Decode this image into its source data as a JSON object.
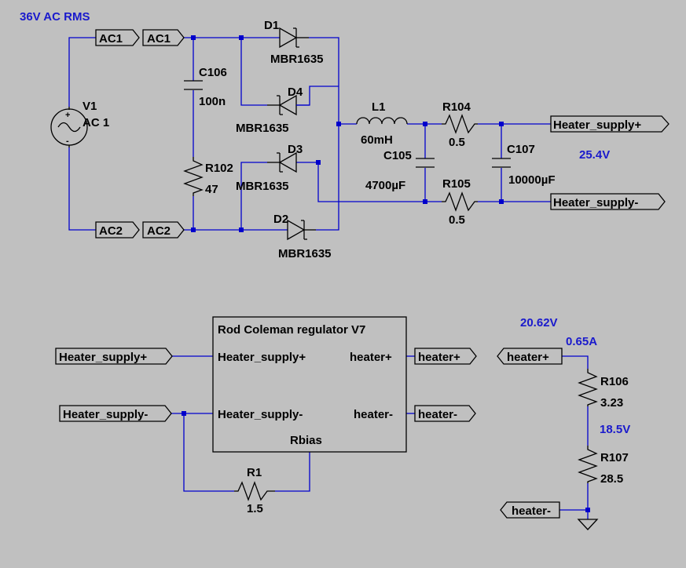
{
  "labels": {
    "note_ac_rms": "36V AC RMS",
    "note_supply_v": "25.4V",
    "note_heater_v": "20.62V",
    "note_current": "0.65A",
    "note_mid_v": "18.5V",
    "net_ac1": "AC1",
    "net_ac2": "AC2",
    "net_hs_plus": "Heater_supply+",
    "net_hs_minus": "Heater_supply-",
    "net_heater_plus": "heater+",
    "net_heater_minus": "heater-"
  },
  "components": {
    "v1": {
      "name": "V1",
      "value": "AC 1"
    },
    "d1": {
      "name": "D1",
      "value": "MBR1635"
    },
    "d2": {
      "name": "D2",
      "value": "MBR1635"
    },
    "d3": {
      "name": "D3",
      "value": "MBR1635"
    },
    "d4": {
      "name": "D4",
      "value": "MBR1635"
    },
    "c106": {
      "name": "C106",
      "value": "100n"
    },
    "r102": {
      "name": "R102",
      "value": "47"
    },
    "l1": {
      "name": "L1",
      "value": "60mH"
    },
    "c105": {
      "name": "C105",
      "value": "4700µF"
    },
    "r104": {
      "name": "R104",
      "value": "0.5"
    },
    "r105": {
      "name": "R105",
      "value": "0.5"
    },
    "c107": {
      "name": "C107",
      "value": "10000µF"
    },
    "r1": {
      "name": "R1",
      "value": "1.5"
    },
    "r106": {
      "name": "R106",
      "value": "3.23"
    },
    "r107": {
      "name": "R107",
      "value": "28.5"
    }
  },
  "regulator": {
    "title": "Rod Coleman regulator V7",
    "pin_in_plus": "Heater_supply+",
    "pin_in_minus": "Heater_supply-",
    "pin_out_plus": "heater+",
    "pin_out_minus": "heater-",
    "pin_rbias": "Rbias"
  },
  "colors": {
    "background": "#c0c0c0",
    "wire": "#0000cc",
    "component": "#000000",
    "annotation": "#1a1acc"
  }
}
